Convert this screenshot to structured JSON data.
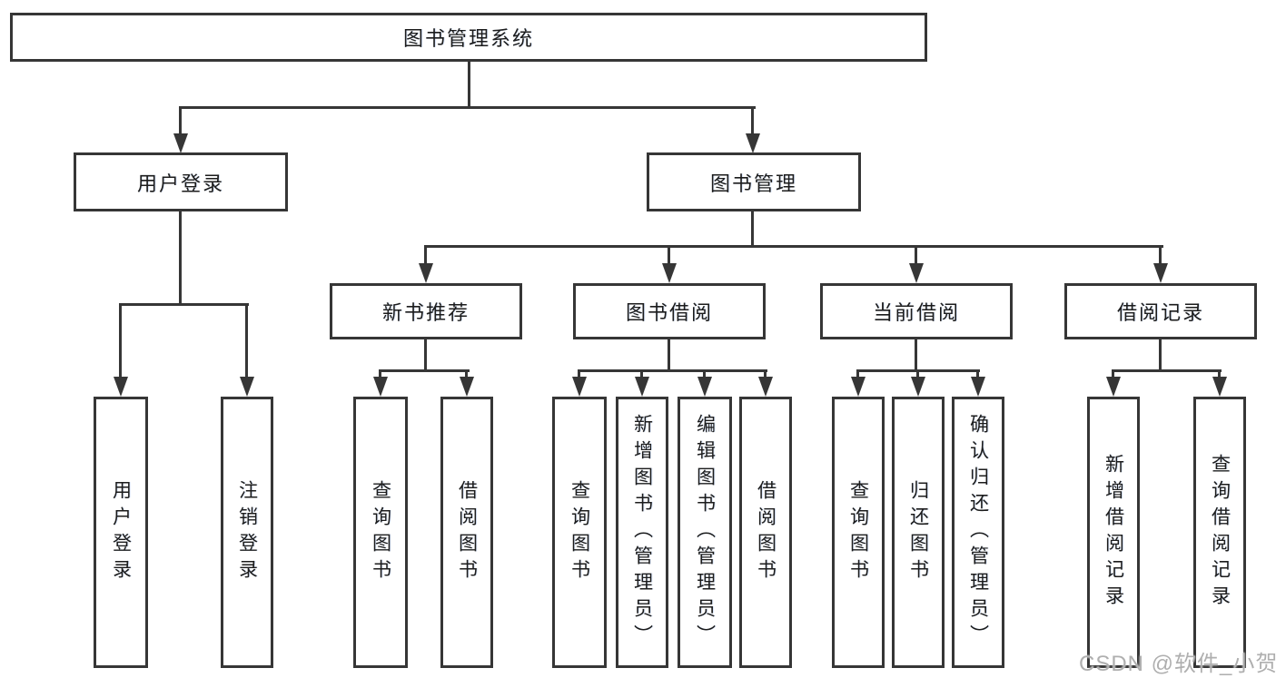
{
  "diagram": {
    "root": {
      "label": "图书管理系统",
      "children": {
        "user_login": {
          "label": "用户登录",
          "children": {
            "login": {
              "label": "用户登录"
            },
            "logout": {
              "label": "注销登录"
            }
          }
        },
        "book_management": {
          "label": "图书管理",
          "children": {
            "new_book_recommend": {
              "label": "新书推荐",
              "children": {
                "query_book": {
                  "label": "查询图书"
                },
                "borrow_book": {
                  "label": "借阅图书"
                }
              }
            },
            "book_borrow": {
              "label": "图书借阅",
              "children": {
                "query_book": {
                  "label": "查询图书"
                },
                "add_book_admin": {
                  "label": "新增图书（管理员）"
                },
                "edit_book_admin": {
                  "label": "编辑图书（管理员）"
                },
                "borrow_book": {
                  "label": "借阅图书"
                }
              }
            },
            "current_borrow": {
              "label": "当前借阅",
              "children": {
                "query_book": {
                  "label": "查询图书"
                },
                "return_book": {
                  "label": "归还图书"
                },
                "confirm_return_admin": {
                  "label": "确认归还（管理员）"
                }
              }
            },
            "borrow_record": {
              "label": "借阅记录",
              "children": {
                "add_borrow_record": {
                  "label": "新增借阅记录"
                },
                "query_borrow_record": {
                  "label": "查询借阅记录"
                }
              }
            }
          }
        }
      }
    }
  },
  "watermark": {
    "text": "CSDN @软件_小贺同学"
  },
  "colors": {
    "line": "#363636",
    "text": "#1c1c1c",
    "watermark": "#afafaf"
  }
}
